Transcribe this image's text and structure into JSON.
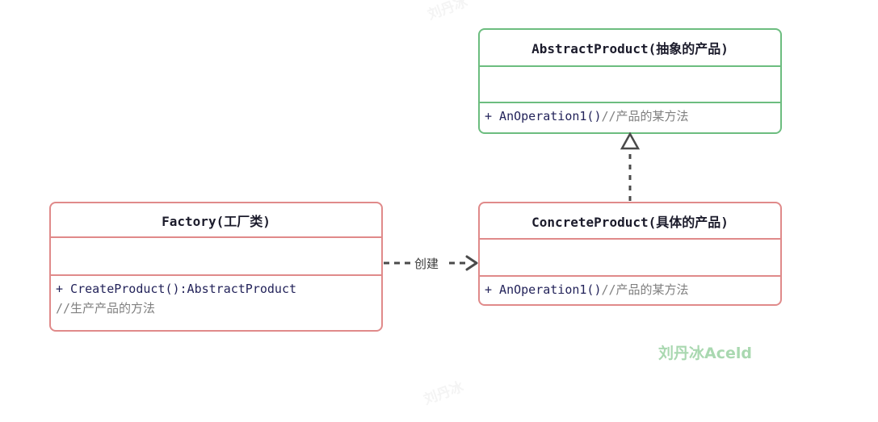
{
  "diagram": {
    "type": "uml-class-diagram",
    "title": "Factory Method Pattern",
    "background_color": "#ffffff",
    "colors": {
      "green_border": "#6cbd7f",
      "pink_border": "#e08a8a",
      "title_text": "#1b1b2b",
      "signature_text": "#23235a",
      "comment_text": "#808080",
      "connector": "#4a4a4a",
      "watermark": "#a9d8b0"
    }
  },
  "classes": [
    {
      "id": "abstract-product",
      "name": "AbstractProduct(抽象的产品)",
      "border_color": "#6cbd7f",
      "attributes": [],
      "methods": [
        {
          "signature": "+ AnOperation1()",
          "comment": "//产品的某方法"
        }
      ]
    },
    {
      "id": "concrete-product",
      "name": "ConcreteProduct(具体的产品)",
      "border_color": "#e08a8a",
      "attributes": [],
      "methods": [
        {
          "signature": "+ AnOperation1()",
          "comment": "//产品的某方法"
        }
      ]
    },
    {
      "id": "factory",
      "name": "Factory(工厂类)",
      "border_color": "#e08a8a",
      "attributes": [],
      "methods": [
        {
          "signature": "+ CreateProduct():AbstractProduct",
          "comment": "//生产产品的方法"
        }
      ]
    }
  ],
  "connectors": [
    {
      "id": "realization",
      "from": "concrete-product",
      "to": "abstract-product",
      "kind": "realization",
      "line_style": "dashed",
      "arrowhead": "hollow-triangle",
      "label": ""
    },
    {
      "id": "dependency",
      "from": "factory",
      "to": "concrete-product",
      "kind": "dependency",
      "line_style": "dashed",
      "arrowhead": "open-arrow",
      "label": "创建"
    }
  ],
  "watermarks": {
    "main": "刘丹冰Aceld",
    "faint_top": "刘丹冰",
    "faint_bottom": "刘丹冰"
  }
}
